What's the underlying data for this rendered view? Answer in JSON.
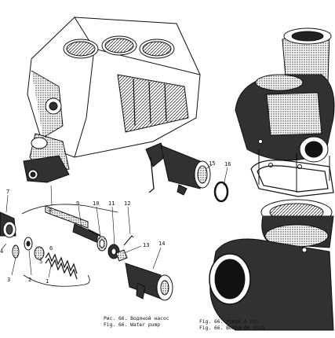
{
  "callouts": [
    "1",
    "2",
    "3",
    "4",
    "5",
    "6",
    "7",
    "8",
    "9",
    "10",
    "11",
    "12",
    "13",
    "14",
    "15",
    "16"
  ],
  "caption": {
    "ru": "Рис. 66. Водяной насос",
    "en": "Fig. 66. Water pump",
    "fr": "Fig. 66. Pompe à eau",
    "es": "Fig. 66. Bomba de agua"
  }
}
